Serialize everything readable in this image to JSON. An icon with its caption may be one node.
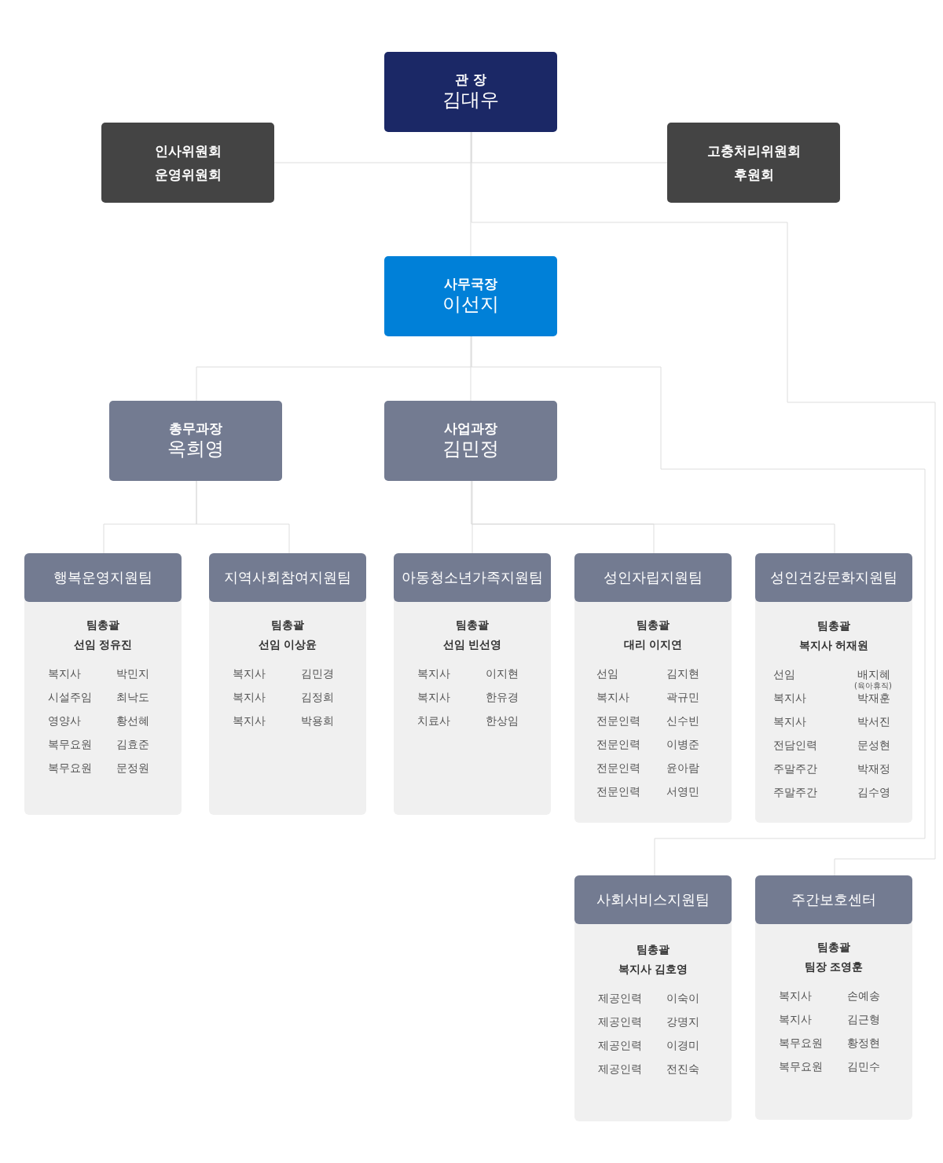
{
  "diagram": {
    "nodes": [
      {
        "text": [
          "관 장",
          "김대우"
        ]
      },
      {
        "text": [
          "인사위원회",
          "운영위원회"
        ]
      },
      {
        "text": [
          "고충처리위원회",
          "후원회"
        ]
      },
      {
        "text": [
          "사무국장",
          "이선지"
        ]
      },
      {
        "text": [
          "총무과장",
          "옥희영"
        ]
      },
      {
        "text": [
          "사업과장",
          "김민정"
        ]
      },
      {
        "text": [
          "행복운영지원팀",
          "팀총괄",
          "선임 정유진",
          "복지사",
          "박민지",
          "시설주임",
          "최낙도",
          "영양사",
          "황선혜",
          "복무요원",
          "김효준",
          "복무요원",
          "문정원"
        ]
      },
      {
        "text": [
          "지역사회참여지원팀",
          "팀총괄",
          "선임 이상윤",
          "복지사",
          "김민경",
          "복지사",
          "김정희",
          "복지사",
          "박용희"
        ]
      },
      {
        "text": [
          "아동청소년가족지원팀",
          "팀총괄",
          "선임 빈선영",
          "복지사",
          "이지현",
          "복지사",
          "한유경",
          "치료사",
          "한상임"
        ]
      },
      {
        "text": [
          "성인자립지원팀",
          "팀총괄",
          "대리 이지연",
          "선임",
          "김지현",
          "복지사",
          "곽규민",
          "전문인력",
          "신수빈",
          "전문인력",
          "이병준",
          "전문인력",
          "윤아람",
          "전문인력",
          "서영민"
        ]
      },
      {
        "text": [
          "성인건강문화지원팀",
          "팀총괄",
          "복지사 허재원",
          "선임",
          "배지혜",
          "(육아휴직)",
          "복지사",
          "박재훈",
          "복지사",
          "박서진",
          "전담인력",
          "문성현",
          "주말주간",
          "박재정",
          "주말주간",
          "김수영"
        ]
      },
      {
        "text": [
          "사회서비스지원팀",
          "팀총괄",
          "복지사  김호영",
          "제공인력",
          "이숙이",
          "제공인력",
          "강명지",
          "제공인력",
          "이경미",
          "제공인력",
          "전진숙"
        ]
      },
      {
        "text": [
          "주간보호센터",
          "팀총괄",
          "팀장 조영훈",
          "복지사",
          "손예송",
          "복지사",
          "김근형",
          "복무요원",
          "황정현",
          "복무요원",
          "김민수"
        ]
      }
    ],
    "edges": [
      {
        "from": 0,
        "to": 1,
        "arrow": "none"
      },
      {
        "from": 0,
        "to": 2,
        "arrow": "none"
      },
      {
        "from": 0,
        "to": 3,
        "arrow": "none"
      },
      {
        "from": 0,
        "to": 12,
        "arrow": "none"
      },
      {
        "from": 3,
        "to": 4,
        "arrow": "none"
      },
      {
        "from": 3,
        "to": 5,
        "arrow": "none"
      },
      {
        "from": 3,
        "to": 11,
        "arrow": "none"
      },
      {
        "from": 4,
        "to": 6,
        "arrow": "none"
      },
      {
        "from": 4,
        "to": 7,
        "arrow": "none"
      },
      {
        "from": 5,
        "to": 8,
        "arrow": "none"
      },
      {
        "from": 5,
        "to": 9,
        "arrow": "none"
      },
      {
        "from": 5,
        "to": 10,
        "arrow": "none"
      }
    ]
  }
}
